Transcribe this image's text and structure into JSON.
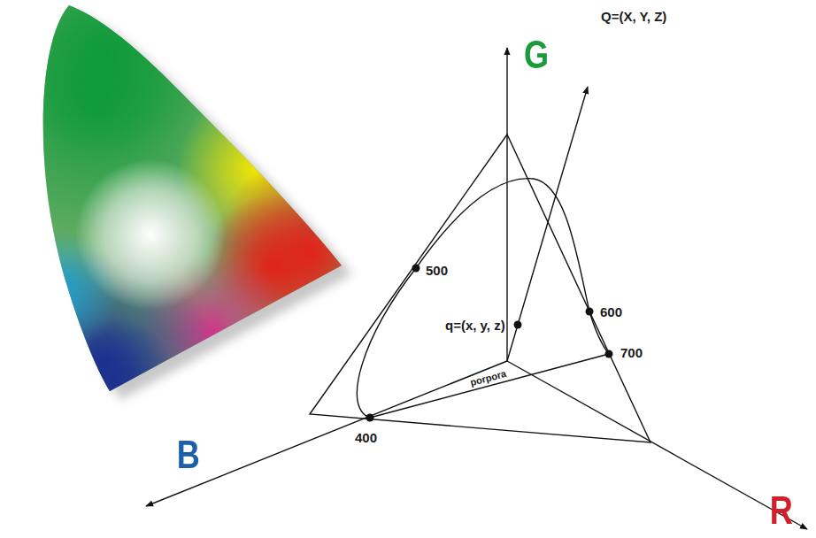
{
  "diagram": {
    "labels": [
      "G",
      "Q=(X, Y, Z)",
      "500",
      "600",
      "q=(x, y, z)",
      "700",
      "porpora",
      "B",
      "400",
      "R"
    ]
  }
}
